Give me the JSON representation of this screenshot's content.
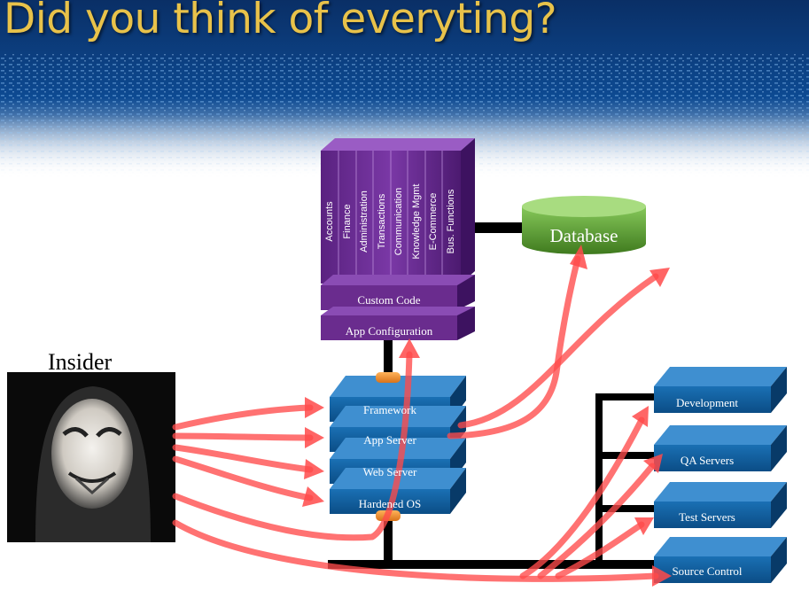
{
  "slide": {
    "title": "Did you think of everyting?"
  },
  "insider": {
    "label": "Insider"
  },
  "database": {
    "label": "Database"
  },
  "app_modules": [
    "Accounts",
    "Finance",
    "Administration",
    "Transactions",
    "Communication",
    "Knowledge Mgmt",
    "E-Commerce",
    "Bus. Functions"
  ],
  "app_layers": {
    "custom_code": "Custom Code",
    "app_configuration": "App Configuration"
  },
  "server_stack": [
    "Framework",
    "App Server",
    "Web Server",
    "Hardened OS"
  ],
  "environments": [
    "Development",
    "QA Servers",
    "Test Servers",
    "Source Control"
  ],
  "colors": {
    "title": "#e8c24a",
    "module_purple": "#6a2c8e",
    "server_blue": "#0d5a96",
    "database_green": "#5fa02e",
    "attack_arrow": "#ff4a4a",
    "connector": "#000000",
    "banner": "#0b3a78"
  }
}
